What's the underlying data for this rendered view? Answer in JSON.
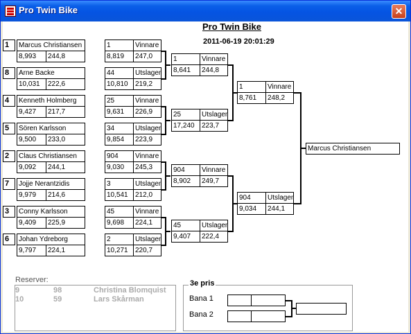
{
  "window": {
    "title": "Pro Twin Bike",
    "close_glyph": "✕"
  },
  "heading": "Pro Twin Bike",
  "datetime": "2011-06-19 20:01:29",
  "round1": [
    {
      "seed": "1",
      "name": "Marcus Christiansen",
      "time": "8,993",
      "speed": "244,8"
    },
    {
      "seed": "8",
      "name": "Arne Backe",
      "time": "10,031",
      "speed": "222,6"
    },
    {
      "seed": "4",
      "name": "Kenneth Holmberg",
      "time": "9,427",
      "speed": "217,7"
    },
    {
      "seed": "5",
      "name": "Sören Karlsson",
      "time": "9,500",
      "speed": "233,0"
    },
    {
      "seed": "2",
      "name": "Claus Christiansen",
      "time": "9,092",
      "speed": "244,1"
    },
    {
      "seed": "7",
      "name": "Jojje Nerantzidis",
      "time": "9,979",
      "speed": "214,6"
    },
    {
      "seed": "3",
      "name": "Conny Karlsson",
      "time": "9,409",
      "speed": "225,9"
    },
    {
      "seed": "6",
      "name": "Johan Ydreborg",
      "time": "9,797",
      "speed": "224,1"
    }
  ],
  "round2": [
    {
      "no": "1",
      "result": "Vinnare",
      "time": "8,819",
      "speed": "247,0"
    },
    {
      "no": "44",
      "result": "Utslagen",
      "time": "10,810",
      "speed": "219,2"
    },
    {
      "no": "25",
      "result": "Vinnare",
      "time": "9,631",
      "speed": "226,9"
    },
    {
      "no": "34",
      "result": "Utslagen",
      "time": "9,854",
      "speed": "223,9"
    },
    {
      "no": "904",
      "result": "Vinnare",
      "time": "9,030",
      "speed": "245,3"
    },
    {
      "no": "3",
      "result": "Utslagen",
      "time": "10,541",
      "speed": "212,0"
    },
    {
      "no": "45",
      "result": "Vinnare",
      "time": "9,698",
      "speed": "224,1"
    },
    {
      "no": "2",
      "result": "Utslagen",
      "time": "10,271",
      "speed": "220,7"
    }
  ],
  "round3": [
    {
      "no": "1",
      "result": "Vinnare",
      "time": "8,641",
      "speed": "244,8"
    },
    {
      "no": "25",
      "result": "Utslagen",
      "time": "17,240",
      "speed": "223,7"
    },
    {
      "no": "904",
      "result": "Vinnare",
      "time": "8,902",
      "speed": "249,7"
    },
    {
      "no": "45",
      "result": "Utslagen",
      "time": "9,407",
      "speed": "222,4"
    }
  ],
  "final": [
    {
      "no": "1",
      "result": "Vinnare",
      "time": "8,761",
      "speed": "248,2"
    },
    {
      "no": "904",
      "result": "Utslagen",
      "time": "9,034",
      "speed": "244,1"
    }
  ],
  "winner": "Marcus Christiansen",
  "reserves": {
    "label": "Reserver:",
    "items": [
      {
        "pos": "9",
        "no": "98",
        "name": "Christina Blomquist"
      },
      {
        "pos": "10",
        "no": "59",
        "name": "Lars Skårman"
      }
    ]
  },
  "third_place": {
    "label": "3e pris",
    "lane1": "Bana 1",
    "lane2": "Bana 2"
  }
}
